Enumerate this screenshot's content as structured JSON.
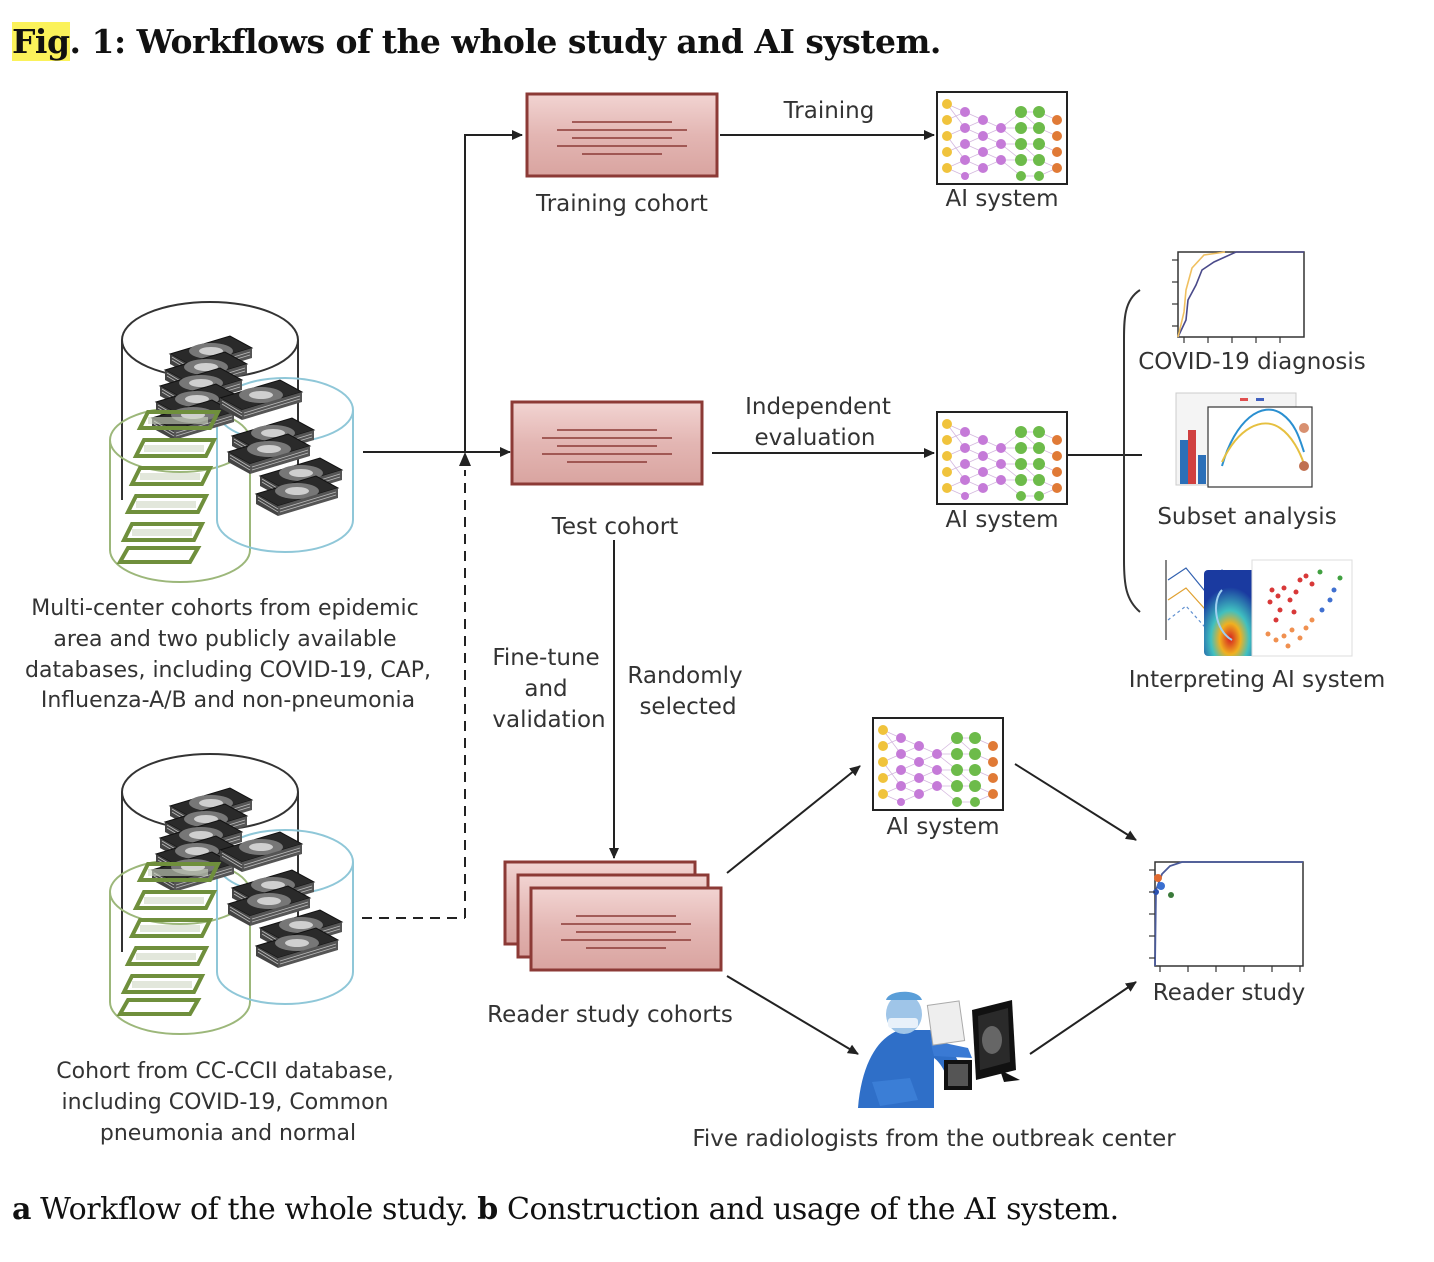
{
  "figure": {
    "title_prefix": "Fig",
    "title_rest": ". 1: Workflows of the whole study and AI system.",
    "caption_a_letter": "a",
    "caption_a_text": " Workflow of the whole study. ",
    "caption_b_letter": "b",
    "caption_b_text": " Construction and usage of the AI system."
  },
  "nodes": {
    "training_cohort": "Training cohort",
    "test_cohort": "Test cohort",
    "reader_cohorts": "Reader study cohorts",
    "ai_system_1": "AI system",
    "ai_system_2": "AI system",
    "ai_system_3": "AI system",
    "covid_diagnosis": "COVID-19 diagnosis",
    "subset_analysis": "Subset analysis",
    "interpreting": "Interpreting AI system",
    "reader_study": "Reader study",
    "radiologists": "Five radiologists from the outbreak center"
  },
  "edges": {
    "training": "Training",
    "independent_1": "Independent",
    "independent_2": "evaluation",
    "finetune_1": "Fine-tune",
    "finetune_2": "and",
    "finetune_3": "validation",
    "random_1": "Randomly",
    "random_2": "selected"
  },
  "datasets": {
    "multi_1": "Multi-center cohorts from epidemic",
    "multi_2": "area and two publicly available",
    "multi_3": "databases, including COVID-19, CAP,",
    "multi_4": "Influenza-A/B and non-pneumonia",
    "cc_1": "Cohort from CC-CCII database,",
    "cc_2": "including COVID-19, Common",
    "cc_3": "pneumonia and normal"
  },
  "colors": {
    "cohort_fill": "#e8c2c0",
    "cohort_border": "#8c3a36",
    "input_node": "#f0c33c",
    "hidden_node": "#c57ad8",
    "mid_node": "#6dbb4a",
    "output_node": "#e07a36"
  }
}
